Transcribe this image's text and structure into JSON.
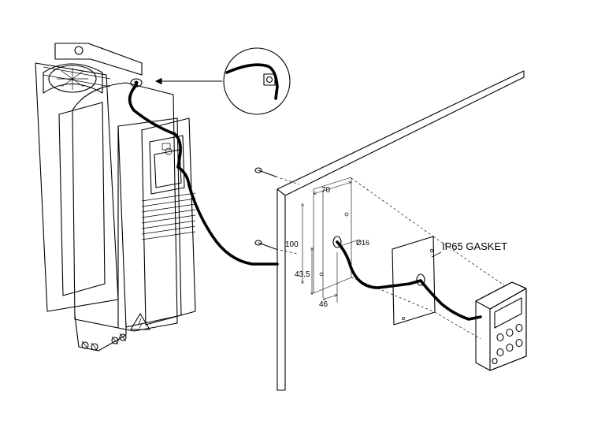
{
  "labels": {
    "gasket": "IP65 GASKET",
    "dim_width": "70",
    "dim_height": "100",
    "dim_hole_diameter": "Ø16",
    "dim_hole_height": "43.5",
    "dim_hole_offset": "46"
  },
  "icons": [
    "warning-triangle-icon",
    "fan-icon",
    "arrow-icon"
  ]
}
